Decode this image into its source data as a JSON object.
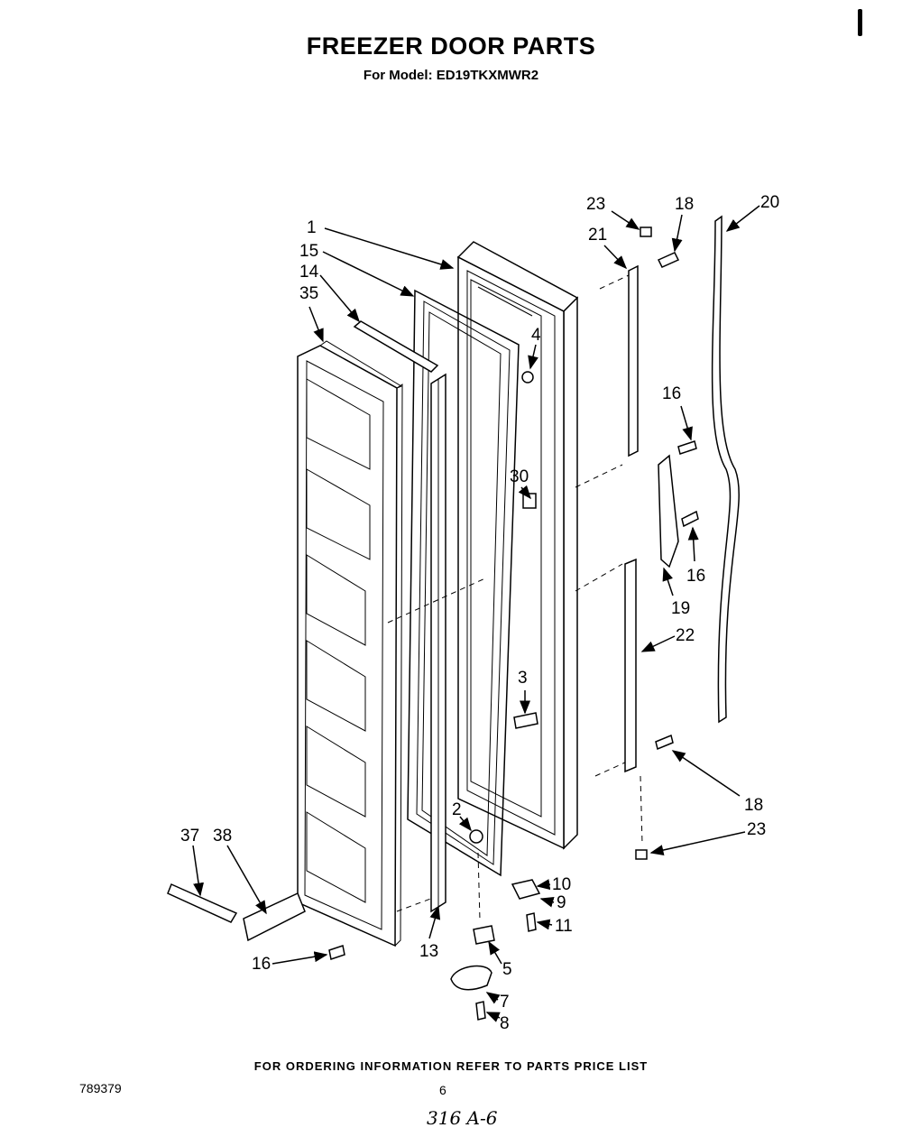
{
  "header": {
    "title": "FREEZER DOOR PARTS",
    "subtitle": "For Model: ED19TKXMWR2"
  },
  "callouts": [
    {
      "id": "c1",
      "label": "1"
    },
    {
      "id": "c15",
      "label": "15"
    },
    {
      "id": "c14",
      "label": "14"
    },
    {
      "id": "c35",
      "label": "35"
    },
    {
      "id": "c23a",
      "label": "23"
    },
    {
      "id": "c18a",
      "label": "18"
    },
    {
      "id": "c21",
      "label": "21"
    },
    {
      "id": "c20",
      "label": "20"
    },
    {
      "id": "c4",
      "label": "4"
    },
    {
      "id": "c16a",
      "label": "16"
    },
    {
      "id": "c30",
      "label": "30"
    },
    {
      "id": "c16b",
      "label": "16"
    },
    {
      "id": "c19",
      "label": "19"
    },
    {
      "id": "c22",
      "label": "22"
    },
    {
      "id": "c3",
      "label": "3"
    },
    {
      "id": "c18b",
      "label": "18"
    },
    {
      "id": "c23b",
      "label": "23"
    },
    {
      "id": "c2",
      "label": "2"
    },
    {
      "id": "c37",
      "label": "37"
    },
    {
      "id": "c38",
      "label": "38"
    },
    {
      "id": "c10",
      "label": "10"
    },
    {
      "id": "c9",
      "label": "9"
    },
    {
      "id": "c11",
      "label": "11"
    },
    {
      "id": "c13",
      "label": "13"
    },
    {
      "id": "c16c",
      "label": "16"
    },
    {
      "id": "c5",
      "label": "5"
    },
    {
      "id": "c7",
      "label": "7"
    },
    {
      "id": "c8",
      "label": "8"
    }
  ],
  "footer": {
    "ordering_note": "FOR ORDERING INFORMATION REFER TO PARTS PRICE LIST",
    "doc_number": "789379",
    "page_number": "6",
    "handwritten_note": "316 A-6"
  }
}
